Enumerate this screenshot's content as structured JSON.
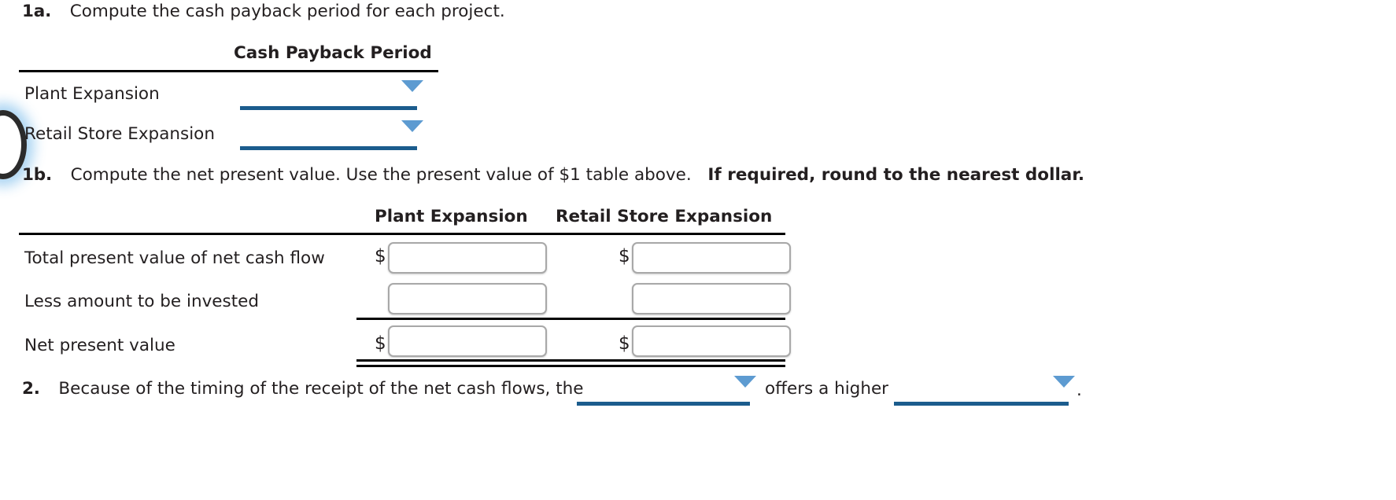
{
  "part_1a": {
    "number": "1a.",
    "prompt": "Compute the cash payback period for each project.",
    "table": {
      "column_header": "Cash Payback Period",
      "rows": [
        {
          "label": "Plant Expansion",
          "dropdown_value": "",
          "dropdown_name": "plant-expansion-payback-dropdown"
        },
        {
          "label": "Retail Store Expansion",
          "dropdown_value": "",
          "dropdown_name": "retail-store-expansion-payback-dropdown"
        }
      ]
    }
  },
  "part_1b": {
    "number": "1b.",
    "prompt": "Compute the net present value. Use the present value of $1 table above.",
    "prompt_bold": "If required, round to the nearest dollar.",
    "table": {
      "column_headers": [
        "Plant Expansion",
        "Retail Store Expansion"
      ],
      "rows": [
        {
          "label": "Total present value of net cash flow",
          "cells": [
            {
              "currency": "$",
              "value": ""
            },
            {
              "currency": "$",
              "value": ""
            }
          ]
        },
        {
          "label": "Less amount to be invested",
          "cells": [
            {
              "currency": "",
              "value": ""
            },
            {
              "currency": "",
              "value": ""
            }
          ]
        },
        {
          "label": "Net present value",
          "cells": [
            {
              "currency": "$",
              "value": ""
            },
            {
              "currency": "$",
              "value": ""
            }
          ]
        }
      ]
    }
  },
  "part_2": {
    "number": "2.",
    "text_before": "Because of the timing of the receipt of the net cash flows, the",
    "dropdown_1_value": "",
    "text_middle": "offers a higher",
    "dropdown_2_value": "",
    "text_after": "."
  },
  "colors": {
    "dropdown_underline": "#1b5c8d",
    "dropdown_caret": "#5d9bd1",
    "rule": "#000000",
    "input_border": "#a8a8a8",
    "text": "#231f20"
  },
  "icons": {
    "caret": "chevron-down-icon"
  }
}
